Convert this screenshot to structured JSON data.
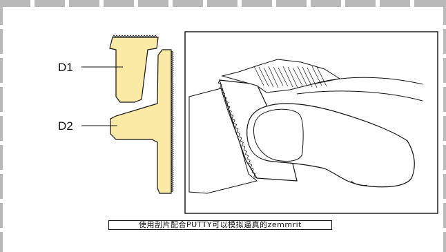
{
  "labels": {
    "d1": "D1",
    "d2": "D2"
  },
  "caption": "使用刮片配合PUTTY可以模拟逼真的zemmrit",
  "colors": {
    "tool_fill": "#fbe9a6",
    "stroke": "#111111",
    "frame": "#b9b9b9"
  }
}
